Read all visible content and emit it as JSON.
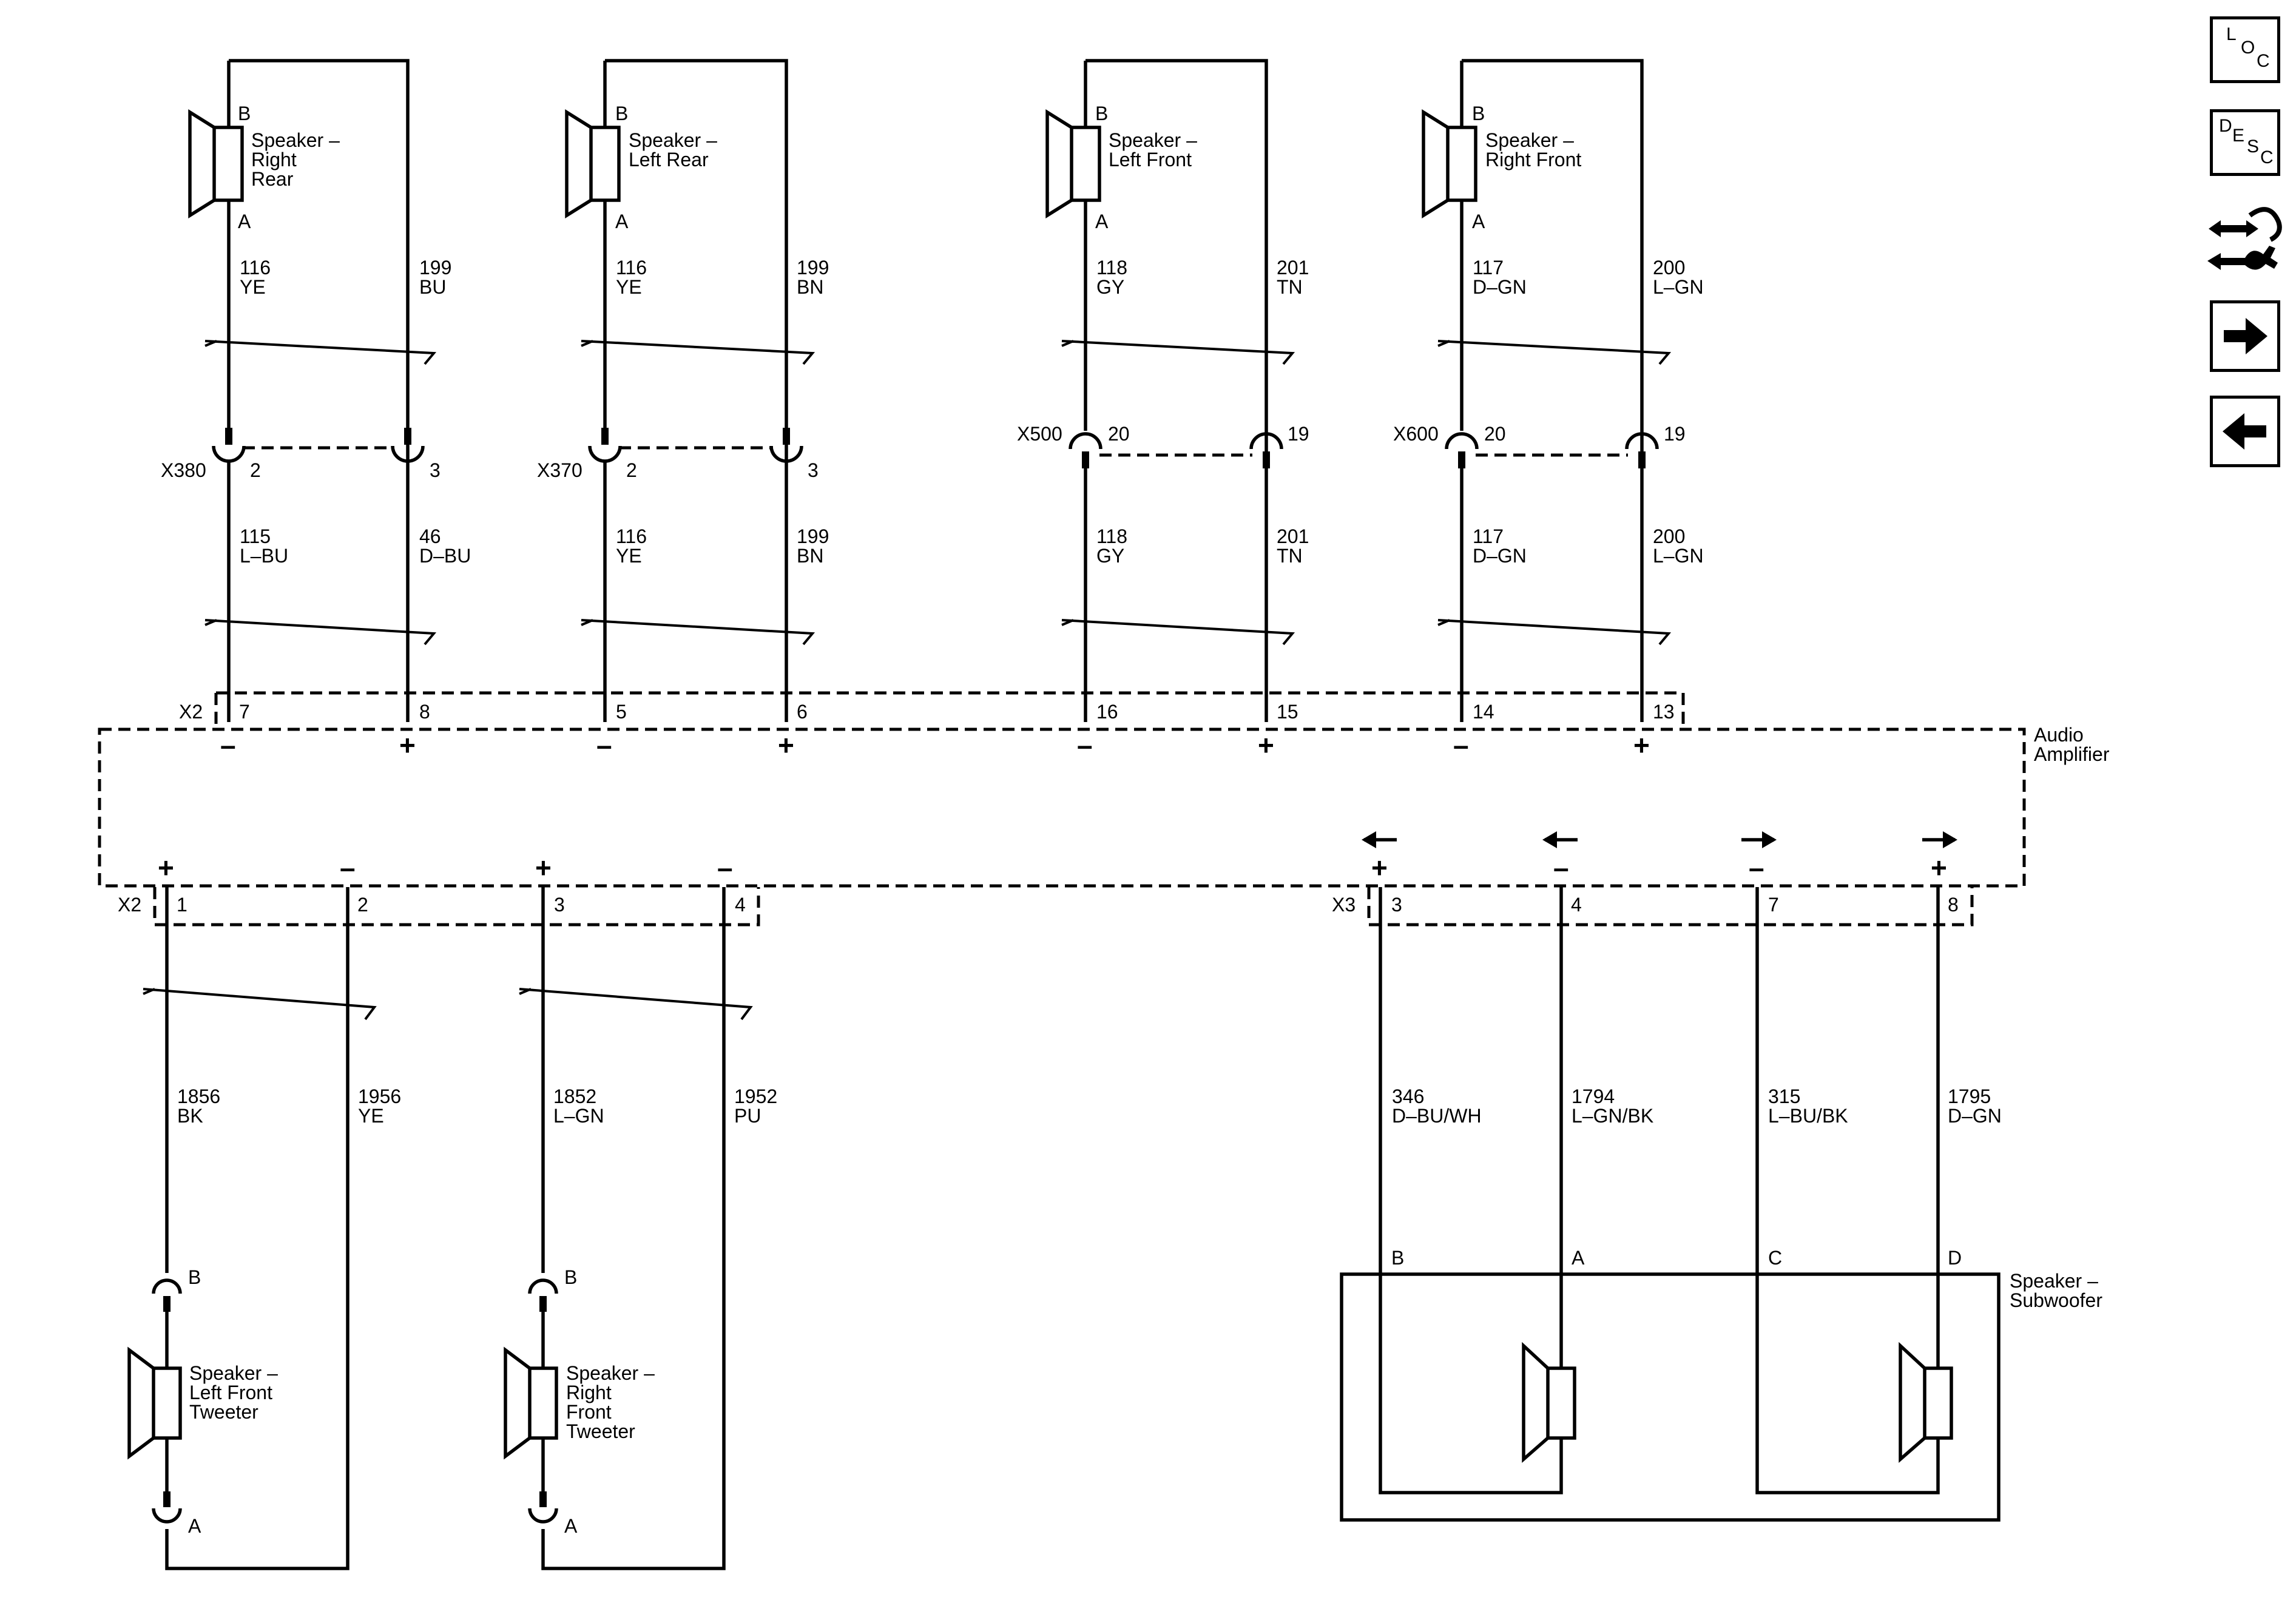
{
  "toolbar": {
    "loc": {
      "l1": "L",
      "l2": "O",
      "l3": "C"
    },
    "desc": {
      "l1": "D",
      "l2": "E",
      "l3": "S",
      "l4": "C"
    }
  },
  "amplifier": {
    "line1": "Audio",
    "line2": "Amplifier",
    "top_connector": "X2",
    "bottom_connector_left": "X2",
    "bottom_connector_right": "X3"
  },
  "speakers": {
    "right_rear": {
      "l1": "Speaker –",
      "l2": "Right",
      "l3": "Rear",
      "pin_b": "B",
      "pin_a": "A"
    },
    "left_rear": {
      "l1": "Speaker –",
      "l2": "Left Rear",
      "pin_b": "B",
      "pin_a": "A"
    },
    "left_front": {
      "l1": "Speaker –",
      "l2": "Left Front",
      "pin_b": "B",
      "pin_a": "A"
    },
    "right_front": {
      "l1": "Speaker –",
      "l2": "Right Front",
      "pin_b": "B",
      "pin_a": "A"
    },
    "lf_tweeter": {
      "l1": "Speaker –",
      "l2": "Left Front",
      "l3": "Tweeter",
      "pin_b": "B",
      "pin_a": "A"
    },
    "rf_tweeter": {
      "l1": "Speaker –",
      "l2": "Right",
      "l3": "Front",
      "l4": "Tweeter",
      "pin_b": "B",
      "pin_a": "A"
    },
    "subwoofer": {
      "l1": "Speaker –",
      "l2": "Subwoofer",
      "pin_b": "B",
      "pin_a": "A",
      "pin_c": "C",
      "pin_d": "D"
    }
  },
  "connectors": {
    "x380": {
      "name": "X380",
      "pin_a": "2",
      "pin_b": "3"
    },
    "x370": {
      "name": "X370",
      "pin_a": "2",
      "pin_b": "3"
    },
    "x500": {
      "name": "X500",
      "pin_a": "20",
      "pin_b": "19"
    },
    "x600": {
      "name": "X600",
      "pin_a": "20",
      "pin_b": "19"
    }
  },
  "wires_upper": [
    {
      "circuit": "116",
      "color": "YE"
    },
    {
      "circuit": "199",
      "color": "BU"
    },
    {
      "circuit": "116",
      "color": "YE"
    },
    {
      "circuit": "199",
      "color": "BN"
    },
    {
      "circuit": "118",
      "color": "GY"
    },
    {
      "circuit": "201",
      "color": "TN"
    },
    {
      "circuit": "117",
      "color": "D–GN"
    },
    {
      "circuit": "200",
      "color": "L–GN"
    }
  ],
  "wires_middle": [
    {
      "circuit": "115",
      "color": "L–BU"
    },
    {
      "circuit": "46",
      "color": "D–BU"
    },
    {
      "circuit": "116",
      "color": "YE"
    },
    {
      "circuit": "199",
      "color": "BN"
    },
    {
      "circuit": "118",
      "color": "GY"
    },
    {
      "circuit": "201",
      "color": "TN"
    },
    {
      "circuit": "117",
      "color": "D–GN"
    },
    {
      "circuit": "200",
      "color": "L–GN"
    }
  ],
  "amp_top_pins": [
    {
      "pin": "7",
      "polarity": "–"
    },
    {
      "pin": "8",
      "polarity": "+"
    },
    {
      "pin": "5",
      "polarity": "–"
    },
    {
      "pin": "6",
      "polarity": "+"
    },
    {
      "pin": "16",
      "polarity": "–"
    },
    {
      "pin": "15",
      "polarity": "+"
    },
    {
      "pin": "14",
      "polarity": "–"
    },
    {
      "pin": "13",
      "polarity": "+"
    }
  ],
  "amp_bottom_pins": [
    {
      "pin": "1",
      "polarity": "+"
    },
    {
      "pin": "2",
      "polarity": "–"
    },
    {
      "pin": "3",
      "polarity": "+"
    },
    {
      "pin": "4",
      "polarity": "–"
    },
    {
      "pin": "3",
      "polarity": "+"
    },
    {
      "pin": "4",
      "polarity": "–"
    },
    {
      "pin": "7",
      "polarity": "–"
    },
    {
      "pin": "8",
      "polarity": "+"
    }
  ],
  "wires_lower": [
    {
      "circuit": "1856",
      "color": "BK"
    },
    {
      "circuit": "1956",
      "color": "YE"
    },
    {
      "circuit": "1852",
      "color": "L–GN"
    },
    {
      "circuit": "1952",
      "color": "PU"
    },
    {
      "circuit": "346",
      "color": "D–BU/WH"
    },
    {
      "circuit": "1794",
      "color": "L–GN/BK"
    },
    {
      "circuit": "315",
      "color": "L–BU/BK"
    },
    {
      "circuit": "1795",
      "color": "D–GN"
    }
  ]
}
